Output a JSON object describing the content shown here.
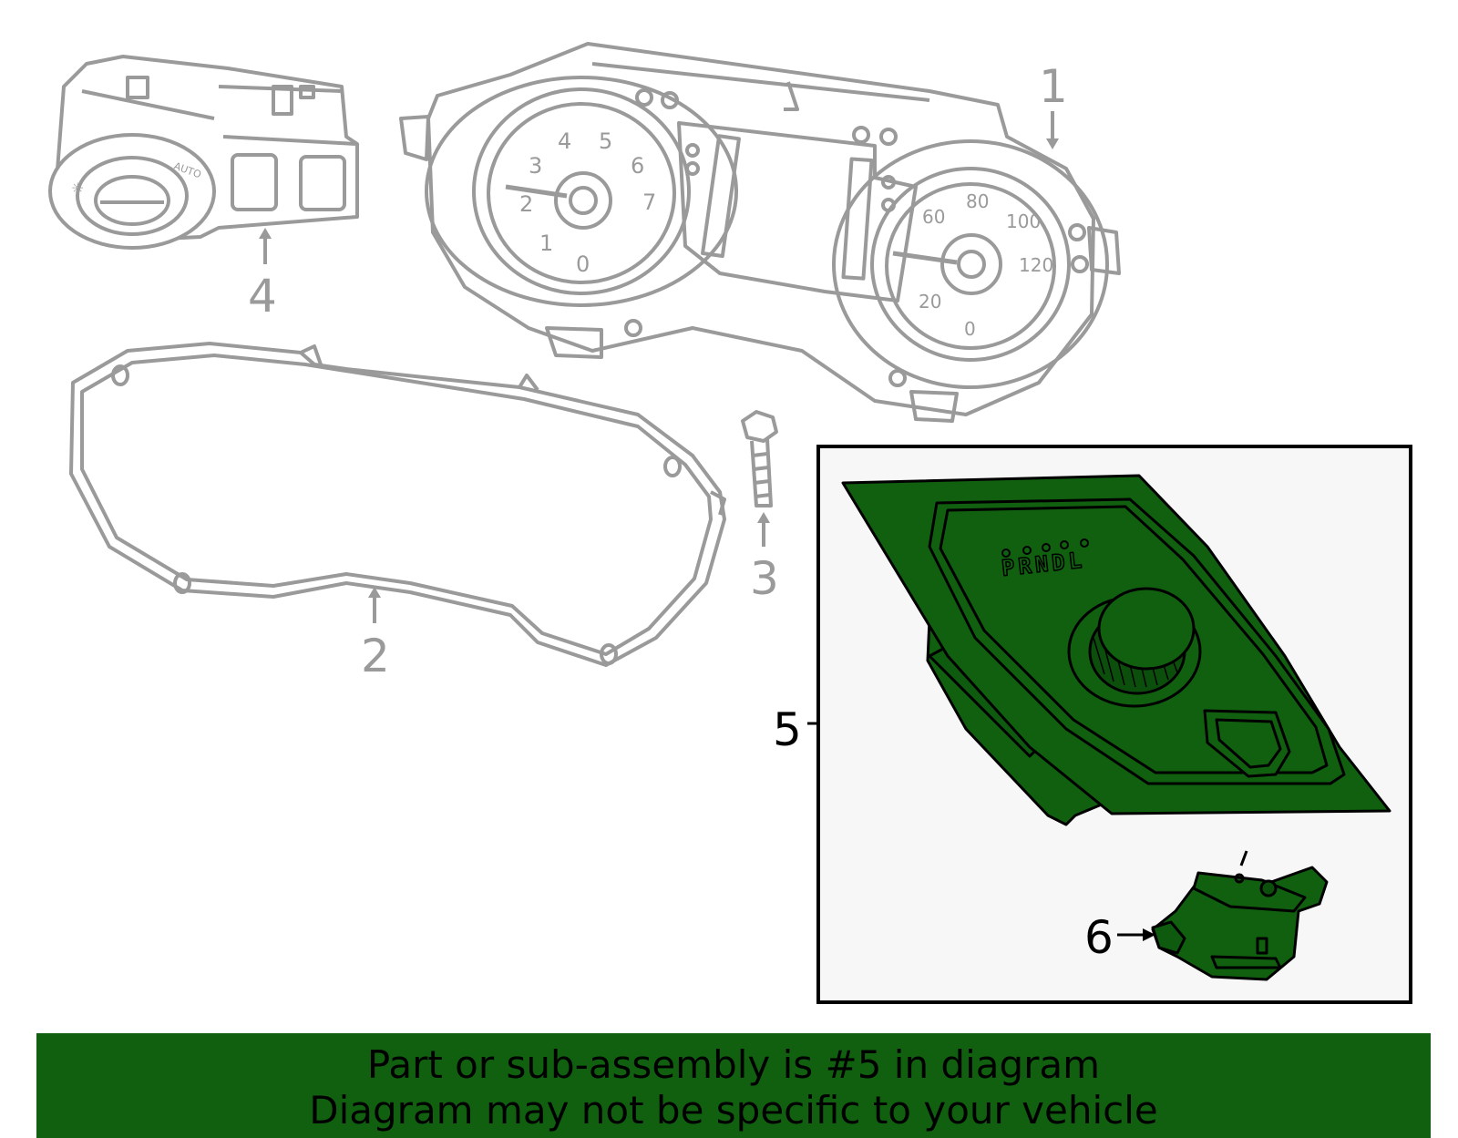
{
  "callouts": {
    "part1": "1",
    "part2": "2",
    "part3": "3",
    "part4": "4",
    "part5": "5",
    "part6": "6"
  },
  "gauges": {
    "tach_ticks": [
      "0",
      "1",
      "2",
      "3",
      "4",
      "5",
      "6",
      "7"
    ],
    "speedo_ticks": [
      "0",
      "20",
      "60",
      "80",
      "100",
      "120"
    ]
  },
  "switch": {
    "auto_label": "AUTO"
  },
  "shifter": {
    "gear_letters": "PRNDL"
  },
  "banner": {
    "line1": "Part or sub-assembly is #5 in diagram",
    "line2": "Diagram may not be specific to your vehicle"
  },
  "colors": {
    "highlight": "#106010",
    "line_art": "#9a9a9a",
    "inset_bg": "#f7f7f7"
  }
}
